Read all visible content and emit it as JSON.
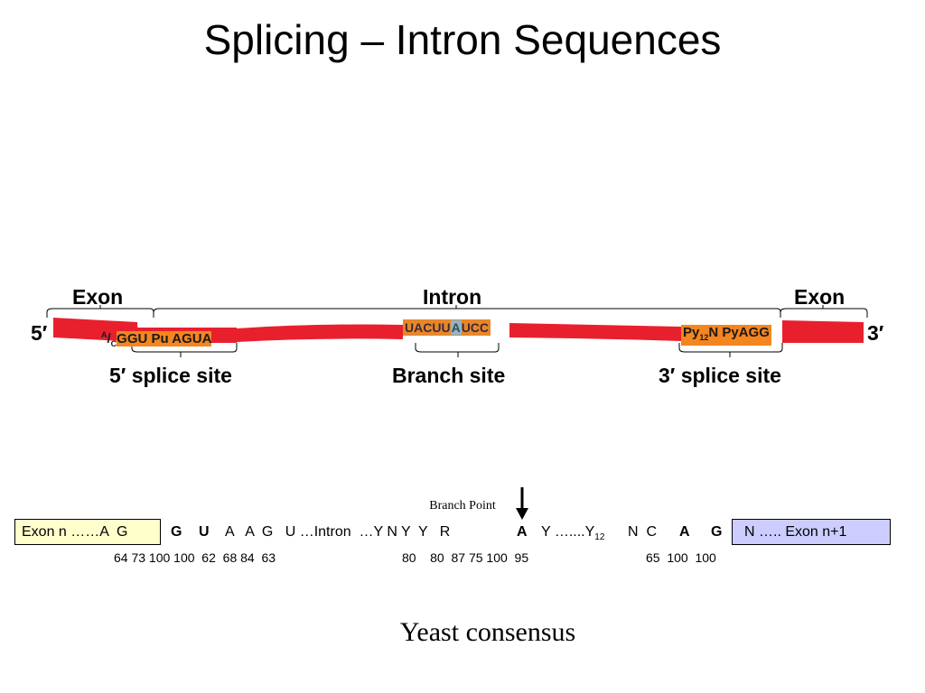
{
  "title": "Splicing – Intron Sequences",
  "regions": {
    "exon_left": "Exon",
    "intron": "Intron",
    "exon_right": "Exon"
  },
  "ends": {
    "five_prime": "5′",
    "three_prime": "3′"
  },
  "motifs": {
    "five_splice_sup": "A",
    "five_splice_sub": "C",
    "five_splice_rest": "GGU Pu AGUA",
    "branch_left": "UACUU",
    "branch_a": "A",
    "branch_right": "UCC",
    "three_splice_py": "Py",
    "three_splice_sub": "12",
    "three_splice_rest": "N PyAGG"
  },
  "sites": {
    "five_splice": "5′ splice site",
    "branch": "Branch site",
    "three_splice": "3′ splice site"
  },
  "branch_point_label": "Branch Point",
  "sequence": {
    "exon_n": "Exon n ……A  G",
    "g": "G",
    "u": "U",
    "mid1": "A   A  G   U …Intron  …Y N Y  Y   R",
    "a": "A",
    "y_run": "Y …....Y",
    "y_sub": "12",
    "nc": "N  C",
    "a2": "A",
    "g2": "G",
    "exon_n1": "N ….. Exon n+1"
  },
  "percentages": {
    "left": "64 73 100 100  62  68 84  63",
    "middle": "80    80  87 75 100  95",
    "right": "65  100  100"
  },
  "caption": "Yeast consensus",
  "colors": {
    "exon_red": "#e8202e",
    "motif_orange": "#f5851f",
    "branch_highlight": "#8fb6c8",
    "exon_n_fill": "#ffffcc",
    "exon_n1_fill": "#ccccff"
  }
}
